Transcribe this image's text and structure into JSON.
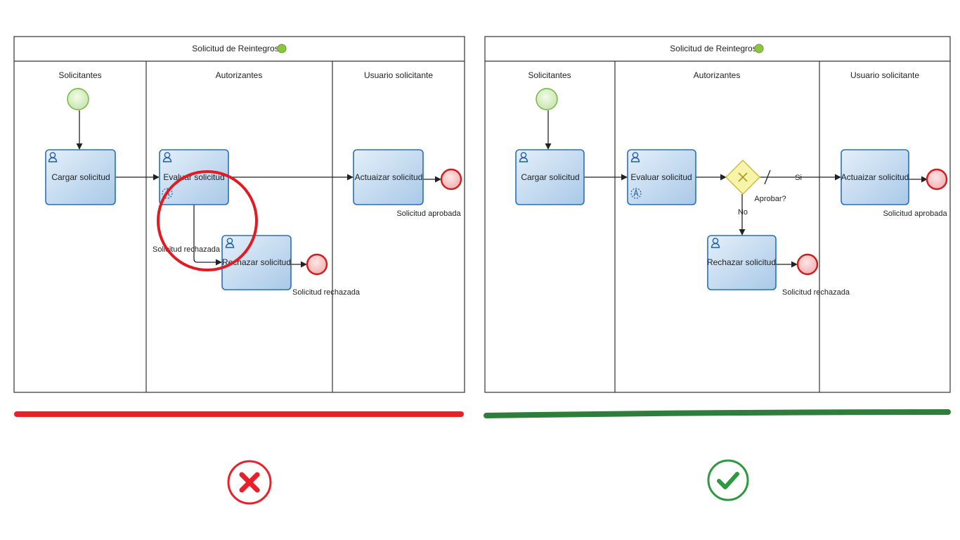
{
  "left": {
    "pool_title": "Solicitud de Reintegros",
    "lanes": [
      "Solicitantes",
      "Autorizantes",
      "Usuario solicitante"
    ],
    "tasks": {
      "cargar": "Cargar solicitud",
      "evaluar": "Evaluar solicitud",
      "actualizar": "Actuaizar solicitud",
      "rechazar": "Rechazar solicitud"
    },
    "flow_labels": {
      "rechazada": "Solicitud rechazada"
    },
    "end_labels": {
      "aprobada": "Solicitud aprobada",
      "rechazada": "Solicitud rechazada"
    },
    "verdict": "incorrect"
  },
  "right": {
    "pool_title": "Solicitud de Reintegros",
    "lanes": [
      "Solicitantes",
      "Autorizantes",
      "Usuario solicitante"
    ],
    "tasks": {
      "cargar": "Cargar solicitud",
      "evaluar": "Evaluar solicitud",
      "actualizar": "Actuaizar solicitud",
      "rechazar": "Rechazar solicitud"
    },
    "gateway": {
      "label": "Aprobar?",
      "yes": "Si",
      "no": "No"
    },
    "end_labels": {
      "aprobada": "Solicitud aprobada",
      "rechazada": "Solicitud rechazada"
    },
    "verdict": "correct"
  },
  "colors": {
    "task_stroke": "#2a6fb8",
    "start_fill": "#d7f0c4",
    "end_fill": "#f6c3c3",
    "gateway_fill": "#f7f3a8",
    "status_dot": "#8cc63f",
    "wrong": "#e8202a",
    "right": "#2e7d3b"
  },
  "icons": [
    "user-icon",
    "ad-hoc-marker-icon",
    "cross-icon",
    "check-icon"
  ]
}
